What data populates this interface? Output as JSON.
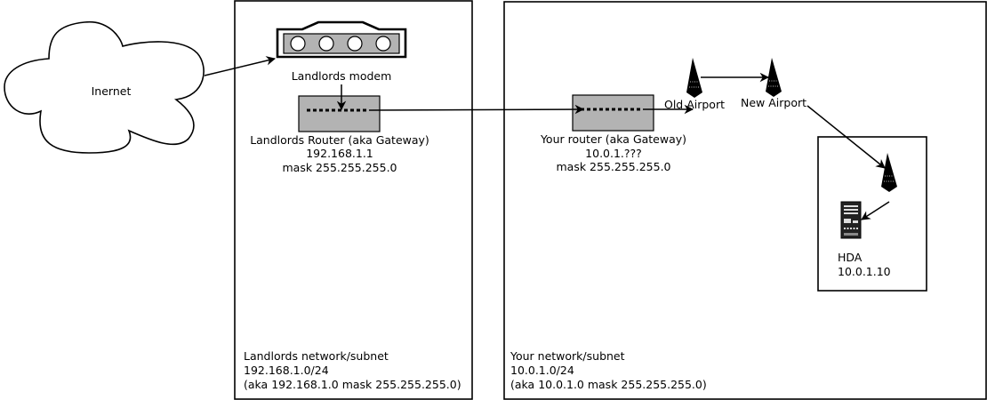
{
  "internet": {
    "label": "Inernet"
  },
  "landlord": {
    "modem_label": "Landlords modem",
    "router_lines": [
      "Landlords Router (aka Gateway)",
      "192.168.1.1",
      "mask 255.255.255.0"
    ],
    "network_lines": [
      "Landlords network/subnet",
      "192.168.1.0/24",
      "(aka 192.168.1.0 mask 255.255.255.0)"
    ]
  },
  "yours": {
    "router_lines": [
      "Your router (aka Gateway)",
      "10.0.1.???",
      "mask 255.255.255.0"
    ],
    "old_airport_label": "Old Airport",
    "new_airport_label": "New Airport",
    "network_lines": [
      "Your network/subnet",
      "10.0.1.0/24",
      "(aka 10.0.1.0 mask 255.255.255.0)"
    ]
  },
  "hda": {
    "lines": [
      "HDA",
      "10.0.1.10"
    ]
  },
  "colors": {
    "device_fill": "#b3b3b3",
    "stroke": "#000000",
    "background": "#ffffff"
  },
  "icons": {
    "internet": "cloud-icon",
    "modem": "modem-icon",
    "router": "router-icon",
    "airport": "antenna-icon",
    "hda": "server-icon"
  }
}
